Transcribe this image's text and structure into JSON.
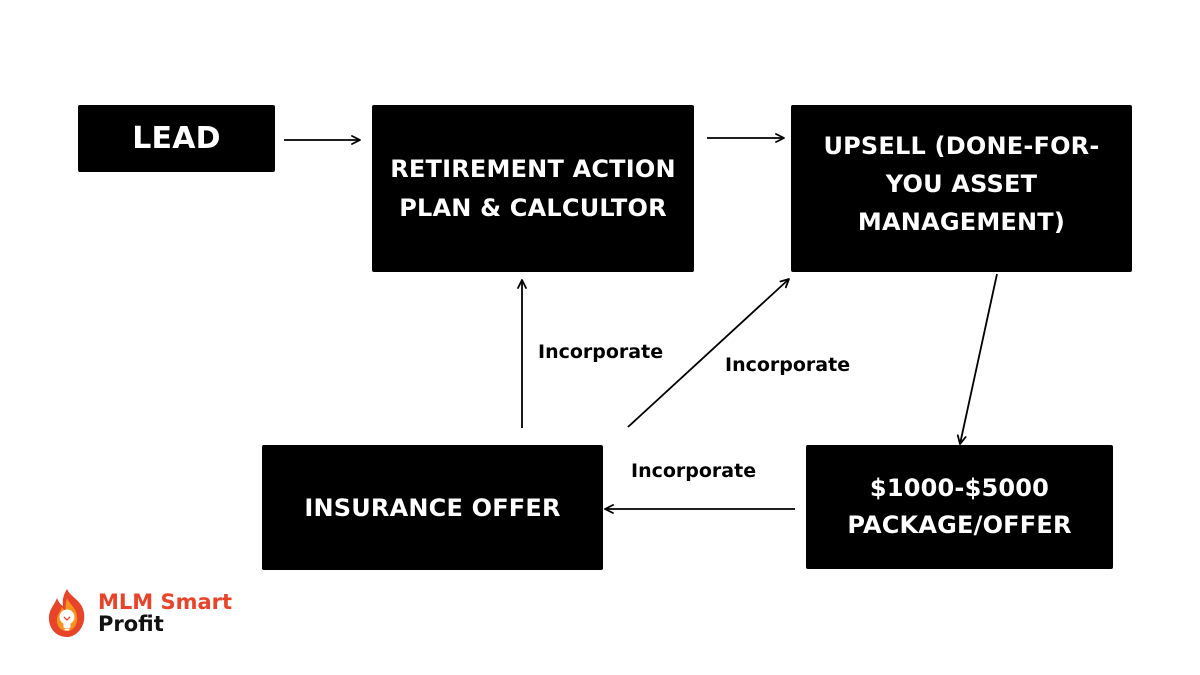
{
  "nodes": {
    "lead": "LEAD",
    "retirement": [
      "RETIREMENT ACTION",
      "PLAN & CALCULTOR"
    ],
    "upsell": [
      "UPSELL (DONE-FOR-",
      "YOU ASSET",
      "MANAGEMENT)"
    ],
    "insurance": "INSURANCE OFFER",
    "package": [
      "$1000-$5000",
      "PACKAGE/OFFER"
    ]
  },
  "edges": [
    {
      "from": "lead",
      "to": "retirement",
      "label": ""
    },
    {
      "from": "retirement",
      "to": "upsell",
      "label": ""
    },
    {
      "from": "upsell",
      "to": "package",
      "label": ""
    },
    {
      "from": "package",
      "to": "insurance",
      "label": "Incorporate"
    },
    {
      "from": "insurance",
      "to": "retirement",
      "label": "Incorporate"
    },
    {
      "from": "insurance",
      "to": "upsell",
      "label": "Incorporate"
    }
  ],
  "logo": {
    "line1": "MLM Smart",
    "line2": "Profit",
    "icon": "flame-lightbulb-icon",
    "colors": {
      "accent": "#e8442a",
      "dark": "#111111"
    }
  },
  "colors": {
    "node_fill": "#000000",
    "node_text": "#ffffff",
    "arrow": "#000000"
  }
}
